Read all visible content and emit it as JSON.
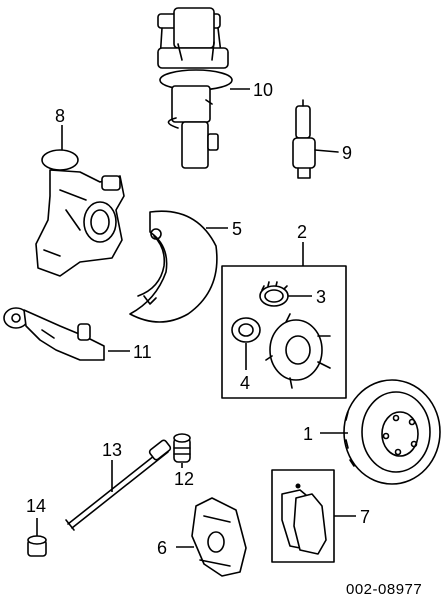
{
  "diagram": {
    "callouts": [
      "1",
      "2",
      "3",
      "4",
      "5",
      "6",
      "7",
      "8",
      "9",
      "10",
      "11",
      "12",
      "13",
      "14"
    ],
    "reference_code": "002-08977"
  }
}
